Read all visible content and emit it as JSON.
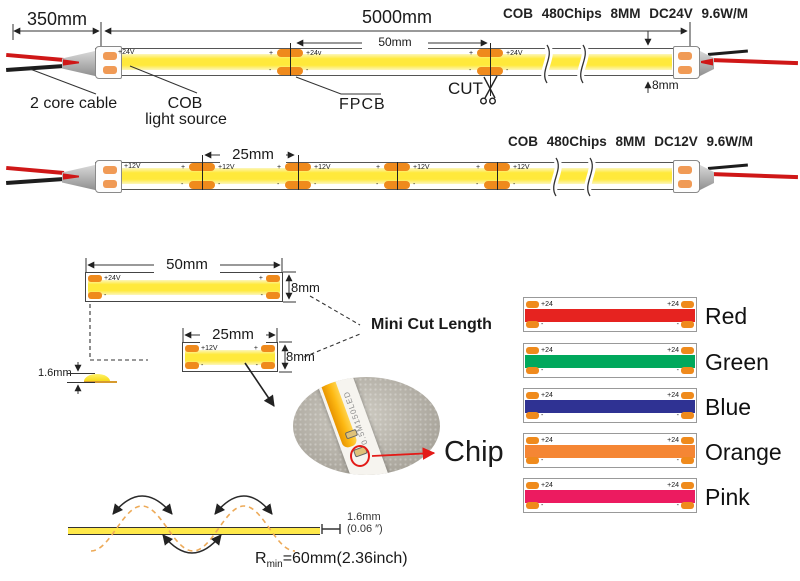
{
  "strip24": {
    "spec": "COB 480Chips 8MM DC24V 9.6W/M",
    "dim_lead": "350mm",
    "dim_total": "5000mm",
    "dim_cut": "50mm",
    "dim_width": "8mm",
    "v_start": "+24V",
    "v_cut1": "+24v",
    "v_cut2": "+24V",
    "plus": "+",
    "minus": "-",
    "label_cable": "2 core cable",
    "label_cob1": "COB",
    "label_cob2": "light source",
    "label_fpcb": "FPCB",
    "label_cut": "CUT"
  },
  "strip12": {
    "spec": "COB 480Chips 8MM DC12V 9.6W/M",
    "dim_cut": "25mm",
    "v": "+12V",
    "plus": "+",
    "minus": "-"
  },
  "mini": {
    "title": "Mini Cut Length",
    "thickness": "1.6mm",
    "plus": "+",
    "minus": "-",
    "s50": {
      "len": "50mm",
      "w": "8mm",
      "v": "+24V"
    },
    "s25": {
      "len": "25mm",
      "w": "8mm",
      "v": "+12V"
    }
  },
  "photo": {
    "label": "Chip",
    "strip_text": "0.5M150LED"
  },
  "colors": {
    "pad_label": "+24",
    "minus": "-",
    "items": [
      {
        "name": "Red",
        "hex": "#e62320"
      },
      {
        "name": "Green",
        "hex": "#00a85c"
      },
      {
        "name": "Blue",
        "hex": "#2f3293"
      },
      {
        "name": "Orange",
        "hex": "#f58634"
      },
      {
        "name": "Pink",
        "hex": "#ec1b60"
      }
    ]
  },
  "bend": {
    "thick1": "1.6mm",
    "thick2": "(0.06 ″)",
    "r": "R",
    "rsub": "min",
    "rval": "=60mm(2.36inch)"
  }
}
